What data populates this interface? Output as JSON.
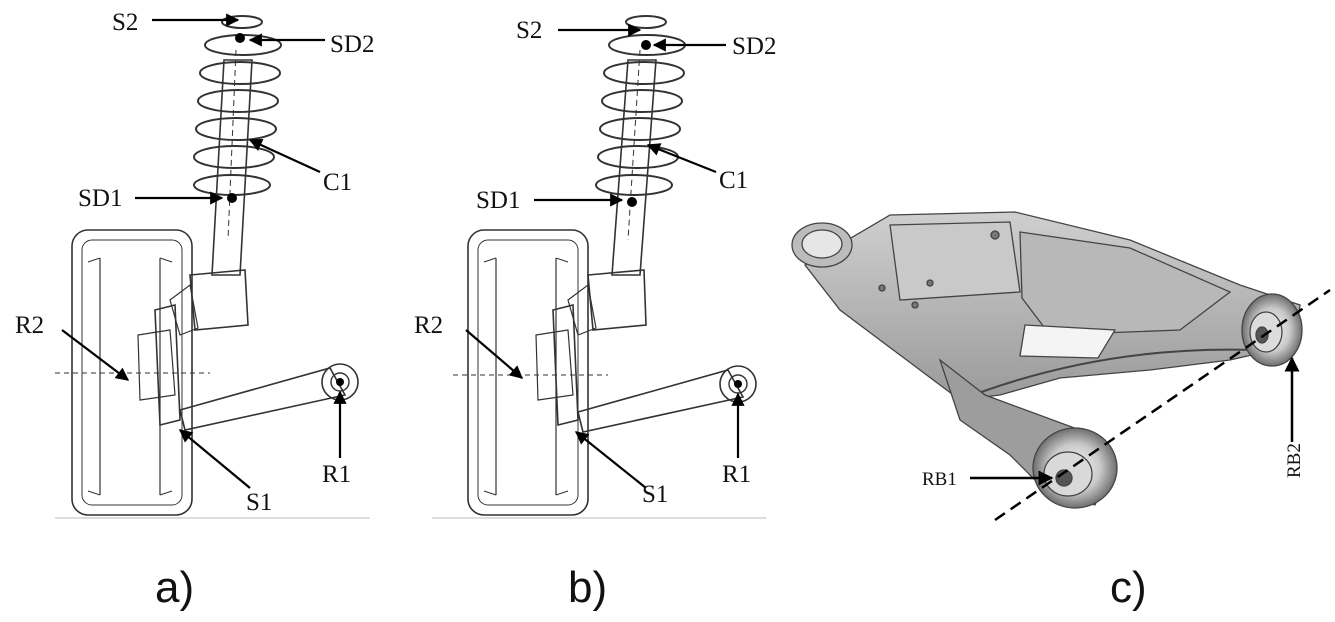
{
  "panels": [
    {
      "caption": "a)",
      "labels": {
        "s2": "S2",
        "sd2": "SD2",
        "c1": "C1",
        "sd1": "SD1",
        "r2": "R2",
        "s1": "S1",
        "r1": "R1"
      }
    },
    {
      "caption": "b)",
      "labels": {
        "s2": "S2",
        "sd2": "SD2",
        "c1": "C1",
        "sd1": "SD1",
        "r2": "R2",
        "s1": "S1",
        "r1": "R1"
      }
    },
    {
      "caption": "c)",
      "labels": {
        "rb1": "RB1",
        "rb2": "RB2"
      }
    }
  ]
}
